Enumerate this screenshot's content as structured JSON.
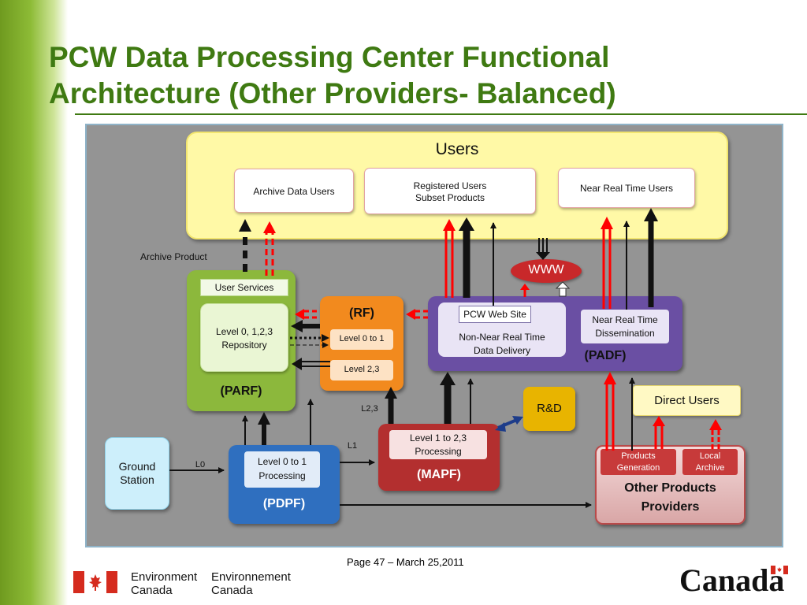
{
  "title": "PCW Data Processing Center Functional Architecture (Other Providers- Balanced)",
  "users": {
    "title": "Users",
    "archive_data_users": "Archive Data Users",
    "registered_line1": "Registered Users",
    "registered_line2": "Subset Products",
    "near_real_time_users": "Near Real Time Users"
  },
  "labels": {
    "archive_product": "Archive Product",
    "l0": "L0",
    "l1": "L1",
    "l23": "L2,3"
  },
  "www": "WWW",
  "parf": {
    "user_services": "User Services",
    "repo_line1": "Level 0, 1,2,3",
    "repo_line2": "Repository",
    "title": "(PARF)"
  },
  "rf": {
    "title": "(RF)",
    "level01": "Level 0 to 1",
    "level23": "Level 2,3"
  },
  "padf": {
    "web_site": "PCW Web Site",
    "nnrt_line1": "Non-Near Real Time",
    "nnrt_line2": "Data Delivery",
    "nrt_line1": "Near Real Time",
    "nrt_line2": "Dissemination",
    "title": "(PADF)"
  },
  "rd": "R&D",
  "direct_users": "Direct Users",
  "mapf": {
    "proc_line1": "Level  1 to 2,3",
    "proc_line2": "Processing",
    "title": "(MAPF)"
  },
  "ground_station": {
    "line1": "Ground",
    "line2": "Station"
  },
  "pdpf": {
    "proc_line1": "Level  0 to 1",
    "proc_line2": "Processing",
    "title": "(PDPF)"
  },
  "other": {
    "products_line1": "Products",
    "products_line2": "Generation",
    "local_line1": "Local",
    "local_line2": "Archive",
    "title_line1": "Other Products",
    "title_line2": "Providers"
  },
  "footer": {
    "page": "Page 47 – March 25,2011",
    "env_en_1": "Environment",
    "env_en_2": "Canada",
    "env_fr_1": "Environnement",
    "env_fr_2": "Canada",
    "canada_wordmark": "Canadä"
  },
  "colors": {
    "title_green": "#3f7a12",
    "users_yellow": "#fff9a6",
    "parf_green": "#8cb83c",
    "rf_orange": "#f28a1e",
    "padf_purple": "#6a4fa3",
    "mapf_red": "#b32f2f",
    "pdpf_blue": "#2f6fbf",
    "rd_gold": "#e8b400",
    "flow_red": "#ff0000"
  }
}
